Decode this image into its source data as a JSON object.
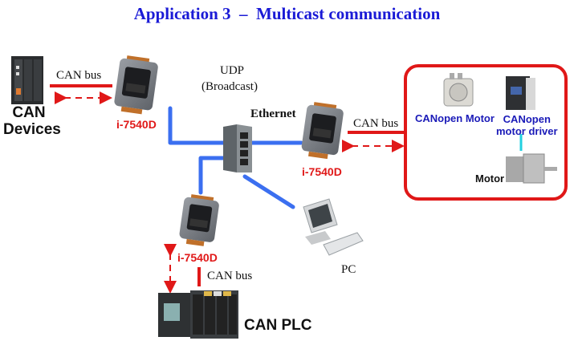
{
  "title": "Application 3  –  Multicast communication",
  "labels": {
    "can_bus_left": "CAN bus",
    "can_devices": "CAN\nDevices",
    "device_top_left": "i-7540D",
    "udp": "UDP",
    "broadcast": "(Broadcast)",
    "ethernet": "Ethernet",
    "device_right": "i-7540D",
    "can_bus_right": "CAN bus",
    "canopen_motor": "CANopen Motor",
    "canopen_driver": "CANopen\nmotor driver",
    "motor": "Motor",
    "device_bottom": "i-7540D",
    "can_bus_bottom": "CAN bus",
    "can_plc": "CAN PLC",
    "pc": "PC"
  },
  "colors": {
    "title": "#1a1ad6",
    "can_bus_line": "#e01818",
    "ethernet_line": "#3b6ff0",
    "device_label": "#e01818",
    "canopen_label": "#1a1ab8",
    "motor_link": "#22d0e0"
  }
}
